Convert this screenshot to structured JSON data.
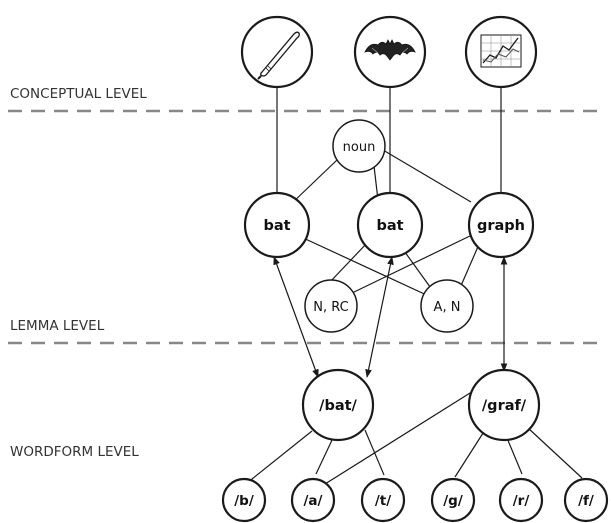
{
  "levels": {
    "conceptual": "CONCEPTUAL LEVEL",
    "lemma": "LEMMA LEVEL",
    "wordform": "WORDFORM LEVEL"
  },
  "concepts": [
    {
      "icon": "baseball-bat-icon"
    },
    {
      "icon": "bat-animal-icon"
    },
    {
      "icon": "line-graph-icon"
    }
  ],
  "syntax": {
    "noun": "noun",
    "n_rc": "N, RC",
    "a_n": "A, N"
  },
  "lemmas": [
    "bat",
    "bat",
    "graph"
  ],
  "wordforms": [
    "/bat/",
    "/graf/"
  ],
  "phonemes": [
    "/b/",
    "/a/",
    "/t/",
    "/g/",
    "/r/",
    "/f/"
  ]
}
